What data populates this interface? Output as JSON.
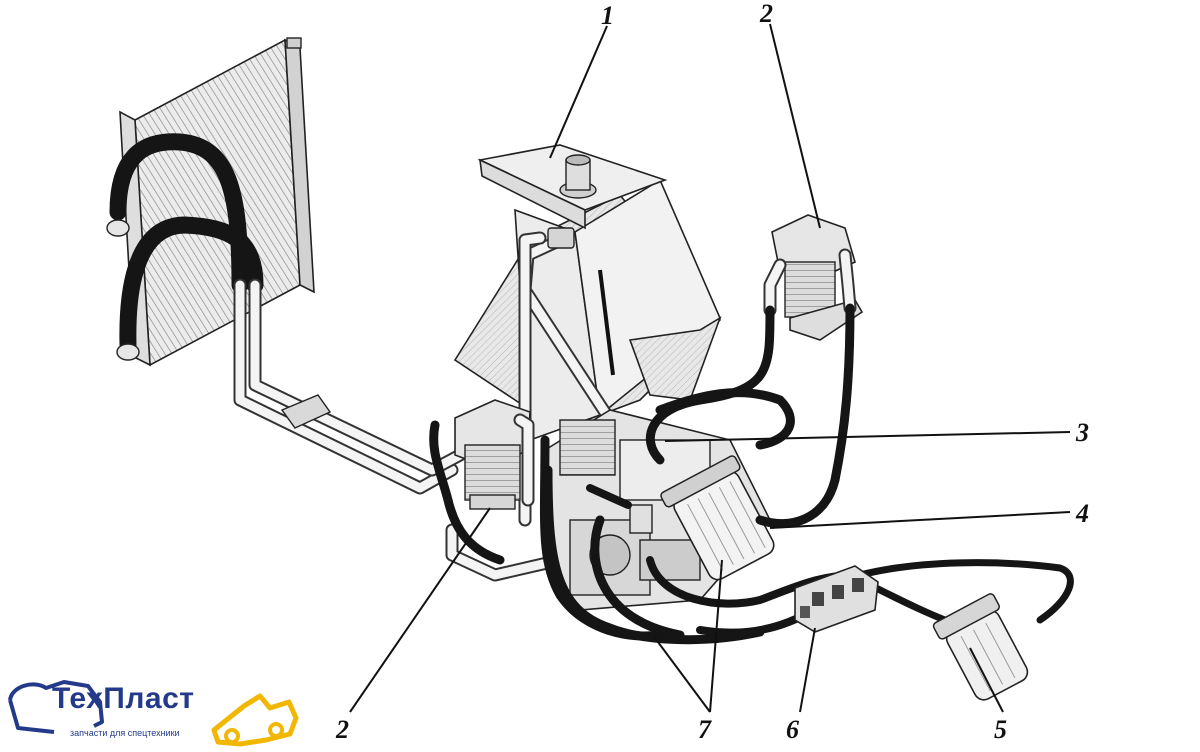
{
  "callouts": {
    "c1": "1",
    "c2_top": "2",
    "c2_bottom": "2",
    "c3": "3",
    "c4": "4",
    "c5": "5",
    "c6": "6",
    "c7": "7"
  },
  "logo": {
    "name": "ТехПласт",
    "tagline": "запчасти для спецтехники"
  },
  "colors": {
    "ink": "#111111",
    "hose": "#151515",
    "logo_blue": "#233a8a",
    "logo_yellow": "#f2b705"
  }
}
